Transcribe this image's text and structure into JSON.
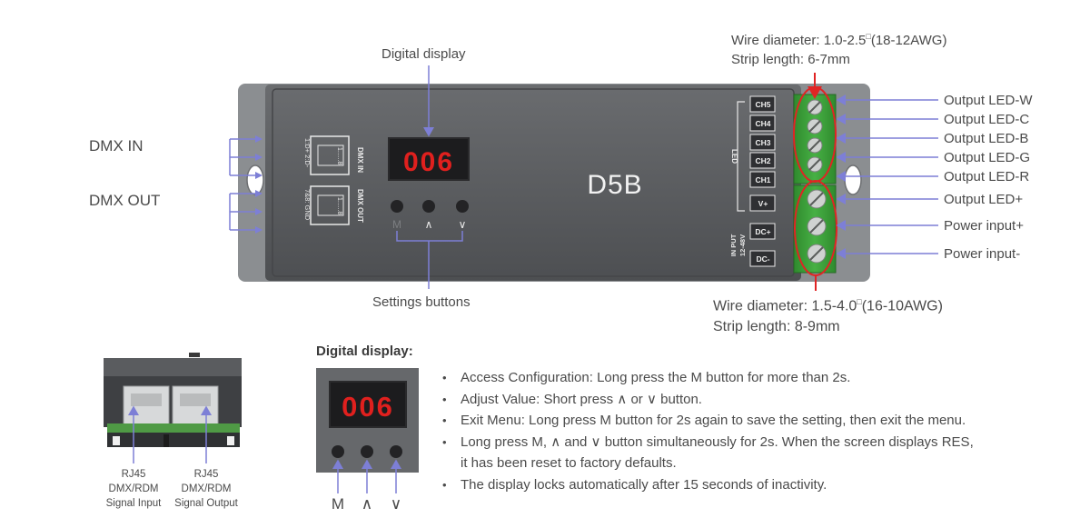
{
  "device": {
    "model": "D5B",
    "display_value": "006",
    "port_labels": {
      "dmx_in": "DMX IN",
      "dmx_out": "DMX OUT",
      "pins_a": "1:D+  2:D-",
      "pins_b": "7&8: GND",
      "rj_numbers": "1......8"
    },
    "led_group_label": "LED",
    "input_group_label": "IN PUT",
    "input_voltage": "12-48V",
    "channel_labels": [
      "CH5",
      "CH4",
      "CH3",
      "CH2",
      "CH1",
      "V+"
    ],
    "dc_labels": [
      "DC+",
      "DC-"
    ],
    "button_labels": [
      "M",
      "∧",
      "∨"
    ]
  },
  "callouts": {
    "digital_display": "Digital display",
    "settings_buttons": "Settings buttons",
    "dmx_in": "DMX IN",
    "dmx_out": "DMX OUT",
    "wire_top_line1": "Wire diameter:  1.0-2.5",
    "wire_top_unit1": "(18-12AWG)",
    "wire_top_line2": "Strip length:  6-7mm",
    "wire_bottom_line1": "Wire diameter: 1.5-4.0",
    "wire_bottom_unit1": "(16-10AWG)",
    "wire_bottom_line2": "Strip length: 8-9mm",
    "degree": "□",
    "outputs": [
      "Output LED-W",
      "Output LED-C",
      "Output LED-B",
      "Output LED-G",
      "Output LED-R",
      "Output LED+",
      "Power input+",
      "Power input-"
    ]
  },
  "rj45": {
    "in_label": [
      "RJ45",
      "DMX/RDM",
      "Signal Input"
    ],
    "out_label": [
      "RJ45",
      "DMX/RDM",
      "Signal Output"
    ]
  },
  "display_section": {
    "title": "Digital display:",
    "value": "006",
    "buttons": [
      "M",
      "∧",
      "∨"
    ],
    "instructions": [
      "Access Configuration: Long press the M button for more than 2s.",
      "Adjust Value: Short press ∧ or ∨ button.",
      "Exit Menu: Long press M button for 2s again to save the setting, then exit the menu.",
      "Long press M, ∧ and ∨ button simultaneously for 2s. When the screen displays RES,",
      "it has been reset to factory defaults.",
      "The display locks automatically after 15 seconds of inactivity."
    ]
  },
  "colors": {
    "body": "#5b5d60",
    "bracket": "#8a8d90",
    "terminal_green": "#3fa13c",
    "led_red": "#e0201e",
    "callout_blue": "#7d7fd6",
    "highlight_red": "#e02424",
    "pcb_green": "#4f9a45"
  }
}
